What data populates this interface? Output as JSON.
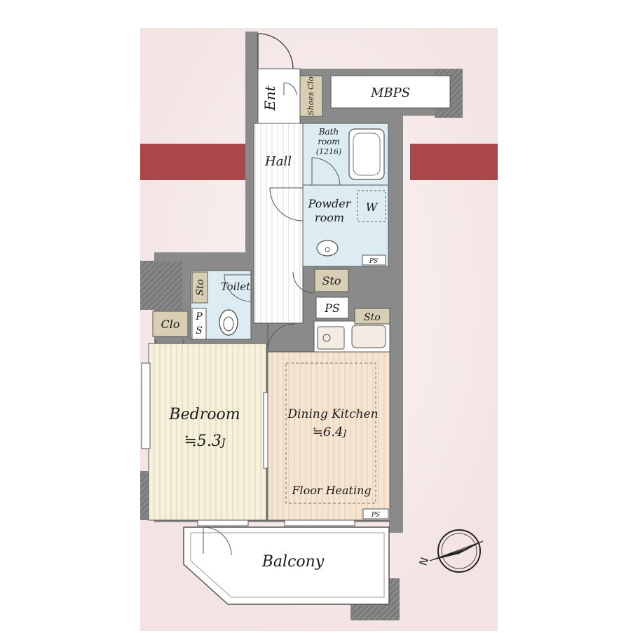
{
  "rooms": {
    "entrance": "Ent",
    "shoes_closet": "Shoes Clo",
    "mbps": "MBPS",
    "hall": "Hall",
    "bathroom_line1": "Bath",
    "bathroom_line2": "room",
    "bathroom_size": "(1216)",
    "powder_line1": "Powder",
    "powder_line2": "room",
    "washer": "W",
    "ps_small_1": "PS",
    "storage_toilet": "Sto",
    "toilet": "Toilet",
    "storage_hall": "Sto",
    "ps_hall": "PS",
    "storage_kitchen": "Sto",
    "closet": "Clo",
    "ps_toilet_p": "P",
    "ps_toilet_s": "S",
    "bedroom": "Bedroom",
    "bedroom_size": "≒5.3",
    "bedroom_unit": "J",
    "dining": "Dining Kitchen",
    "dining_size": "≒6.4",
    "dining_unit": "J",
    "floor_heating": "Floor Heating",
    "ps_small_2": "PS",
    "balcony": "Balcony"
  },
  "compass": {
    "north_label": "N"
  },
  "colors": {
    "background_tint": "#f7ecec",
    "band": "#a9474a",
    "wall": "#8a8a8a",
    "wet_room": "#dcecf2",
    "bedroom_floor": "#f6f1dc",
    "kitchen_floor": "#f6e6d8",
    "closet": "#d8ceb4"
  }
}
